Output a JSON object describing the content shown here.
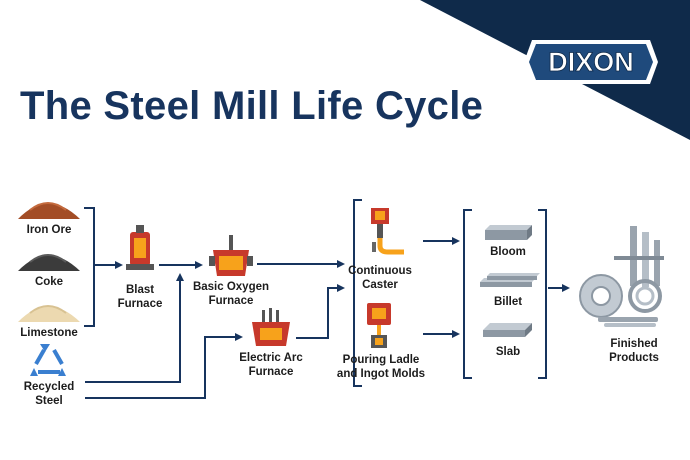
{
  "title": "The Steel Mill Life Cycle",
  "brand": {
    "logo_text": "DIXON",
    "navy": "#0f2a4a",
    "title_color": "#17345e"
  },
  "colors": {
    "arrow": "#17345e",
    "furnace": "#c7392b",
    "molten": "#f7a21b",
    "steel": "#8d98a3"
  },
  "raw_materials": [
    {
      "label": "Iron Ore",
      "icon": "iron-ore-pile-icon"
    },
    {
      "label": "Coke",
      "icon": "coke-pile-icon"
    },
    {
      "label": "Limestone",
      "icon": "limestone-pile-icon"
    }
  ],
  "recycled": {
    "line1": "Recycled",
    "line2": "Steel",
    "icon": "recycle-icon"
  },
  "blast_furnace": {
    "line1": "Blast",
    "line2": "Furnace"
  },
  "bof": {
    "line1": "Basic Oxygen",
    "line2": "Furnace"
  },
  "eaf": {
    "line1": "Electric Arc",
    "line2": "Furnace"
  },
  "caster": {
    "line1": "Continuous",
    "line2": "Caster"
  },
  "ladle": {
    "line1": "Pouring Ladle",
    "line2": "and Ingot Molds"
  },
  "semis": [
    {
      "label": "Bloom",
      "icon": "bloom-icon"
    },
    {
      "label": "Billet",
      "icon": "billet-icon"
    },
    {
      "label": "Slab",
      "icon": "slab-icon"
    }
  ],
  "finished": {
    "line1": "Finished",
    "line2": "Products",
    "icon": "finished-products-icon"
  }
}
